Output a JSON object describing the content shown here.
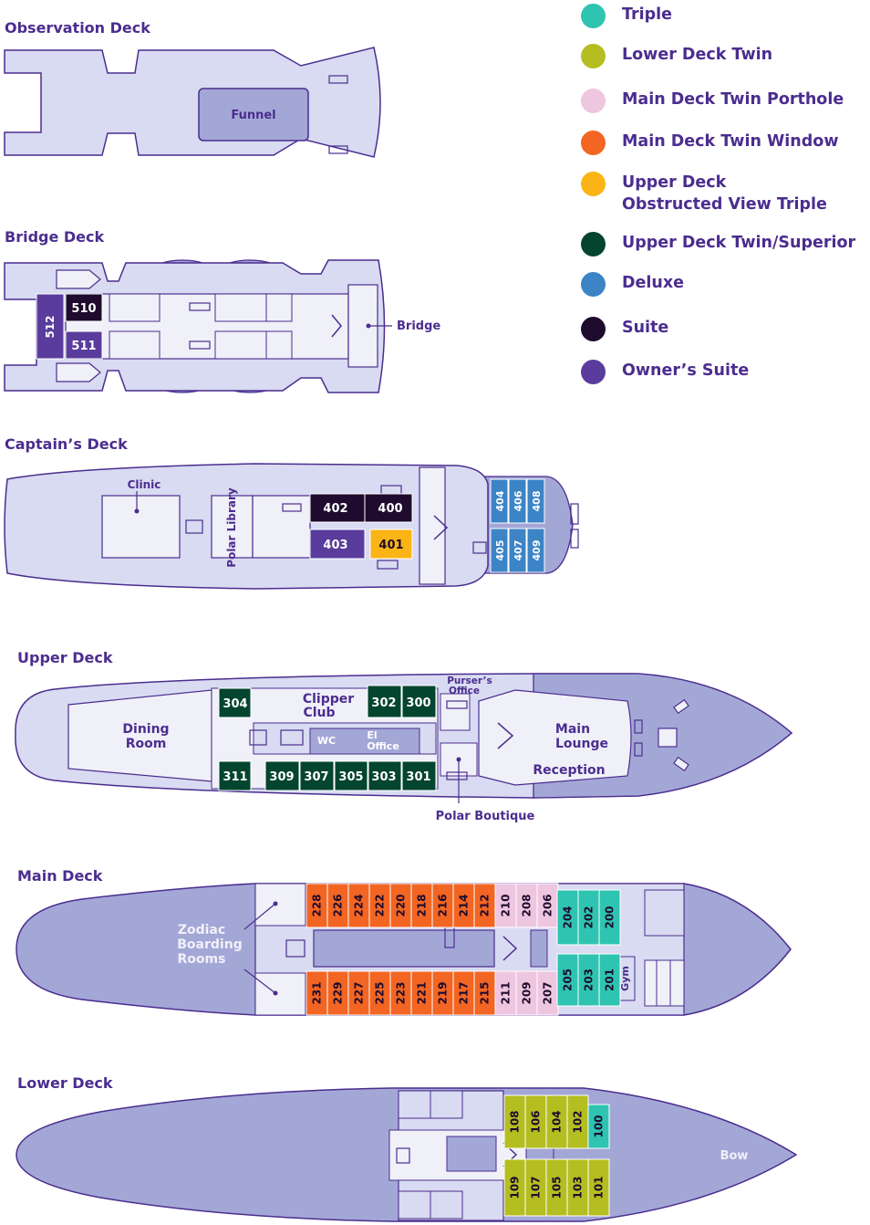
{
  "colors": {
    "hull": "#d8dbf1",
    "hull_dark": "#a3a7d6",
    "room": "#f0f0f8",
    "outline": "#4b2d8f",
    "text": "#4b2d8f",
    "funnel": "#a3a7d6",
    "triple": "#2ec4b1",
    "lower_deck_twin": "#b5be20",
    "main_deck_twin_porthole": "#eec6e0",
    "main_deck_twin_window": "#f26522",
    "upper_obstructed_triple": "#fbb415",
    "upper_twin_superior": "#03452e",
    "deluxe": "#3c84c6",
    "suite": "#1e0b2e",
    "owners_suite": "#5a3c9c"
  },
  "legend": [
    {
      "label": "Triple",
      "color_key": "triple"
    },
    {
      "label": "Lower Deck Twin",
      "color_key": "lower_deck_twin"
    },
    {
      "label": "Main Deck Twin Porthole",
      "color_key": "main_deck_twin_porthole"
    },
    {
      "label": "Main Deck Twin Window",
      "color_key": "main_deck_twin_window"
    },
    {
      "label": "Upper Deck\nObstructed View Triple",
      "color_key": "upper_obstructed_triple"
    },
    {
      "label": "Upper Deck Twin/Superior",
      "color_key": "upper_twin_superior"
    },
    {
      "label": "Deluxe",
      "color_key": "deluxe"
    },
    {
      "label": "Suite",
      "color_key": "suite"
    },
    {
      "label": "Owner’s Suite",
      "color_key": "owners_suite"
    }
  ],
  "decks": {
    "observation": {
      "title": "Observation Deck",
      "funnel_label": "Funnel"
    },
    "bridge": {
      "title": "Bridge Deck",
      "bridge_label": "Bridge",
      "cabins": [
        {
          "number": "512",
          "type": "owners_suite"
        },
        {
          "number": "510",
          "type": "suite"
        },
        {
          "number": "511",
          "type": "owners_suite"
        }
      ]
    },
    "captains": {
      "title": "Captain’s Deck",
      "clinic_label": "Clinic",
      "library_label": "Polar Library",
      "cabins": [
        {
          "number": "402",
          "type": "suite"
        },
        {
          "number": "400",
          "type": "suite"
        },
        {
          "number": "403",
          "type": "owners_suite"
        },
        {
          "number": "401",
          "type": "upper_obstructed_triple"
        },
        {
          "number": "404",
          "type": "deluxe"
        },
        {
          "number": "406",
          "type": "deluxe"
        },
        {
          "number": "408",
          "type": "deluxe"
        },
        {
          "number": "405",
          "type": "deluxe"
        },
        {
          "number": "407",
          "type": "deluxe"
        },
        {
          "number": "409",
          "type": "deluxe"
        }
      ]
    },
    "upper": {
      "title": "Upper Deck",
      "dining_label": "Dining Room",
      "clipper_label": "Clipper Club",
      "wc_label": "WC",
      "el_office_label": "El Office",
      "pursers_label": "Purser’s Office",
      "lounge_label": "Main Lounge",
      "reception_label": "Reception",
      "boutique_label": "Polar Boutique",
      "cabins_top": [
        "304",
        "302",
        "300"
      ],
      "cabins_bottom": [
        "311",
        "309",
        "307",
        "305",
        "303",
        "301"
      ],
      "cabin_type": "upper_twin_superior"
    },
    "main": {
      "title": "Main Deck",
      "zodiac_label": "Zodiac Boarding Rooms",
      "gym_label": "Gym",
      "top_window": [
        "228",
        "226",
        "224",
        "222",
        "220",
        "218",
        "216",
        "214",
        "212"
      ],
      "top_porthole": [
        "210",
        "208",
        "206"
      ],
      "top_triple": [
        "204",
        "202",
        "200"
      ],
      "bottom_window": [
        "231",
        "229",
        "227",
        "225",
        "223",
        "221",
        "219",
        "217",
        "215"
      ],
      "bottom_porthole": [
        "211",
        "209",
        "207"
      ],
      "bottom_triple": [
        "205",
        "203",
        "201"
      ]
    },
    "lower": {
      "title": "Lower Deck",
      "bow_label": "Bow",
      "top_twin": [
        "108",
        "106",
        "104",
        "102"
      ],
      "top_triple": [
        "100"
      ],
      "bottom_twin": [
        "109",
        "107",
        "105",
        "103",
        "101"
      ]
    }
  }
}
